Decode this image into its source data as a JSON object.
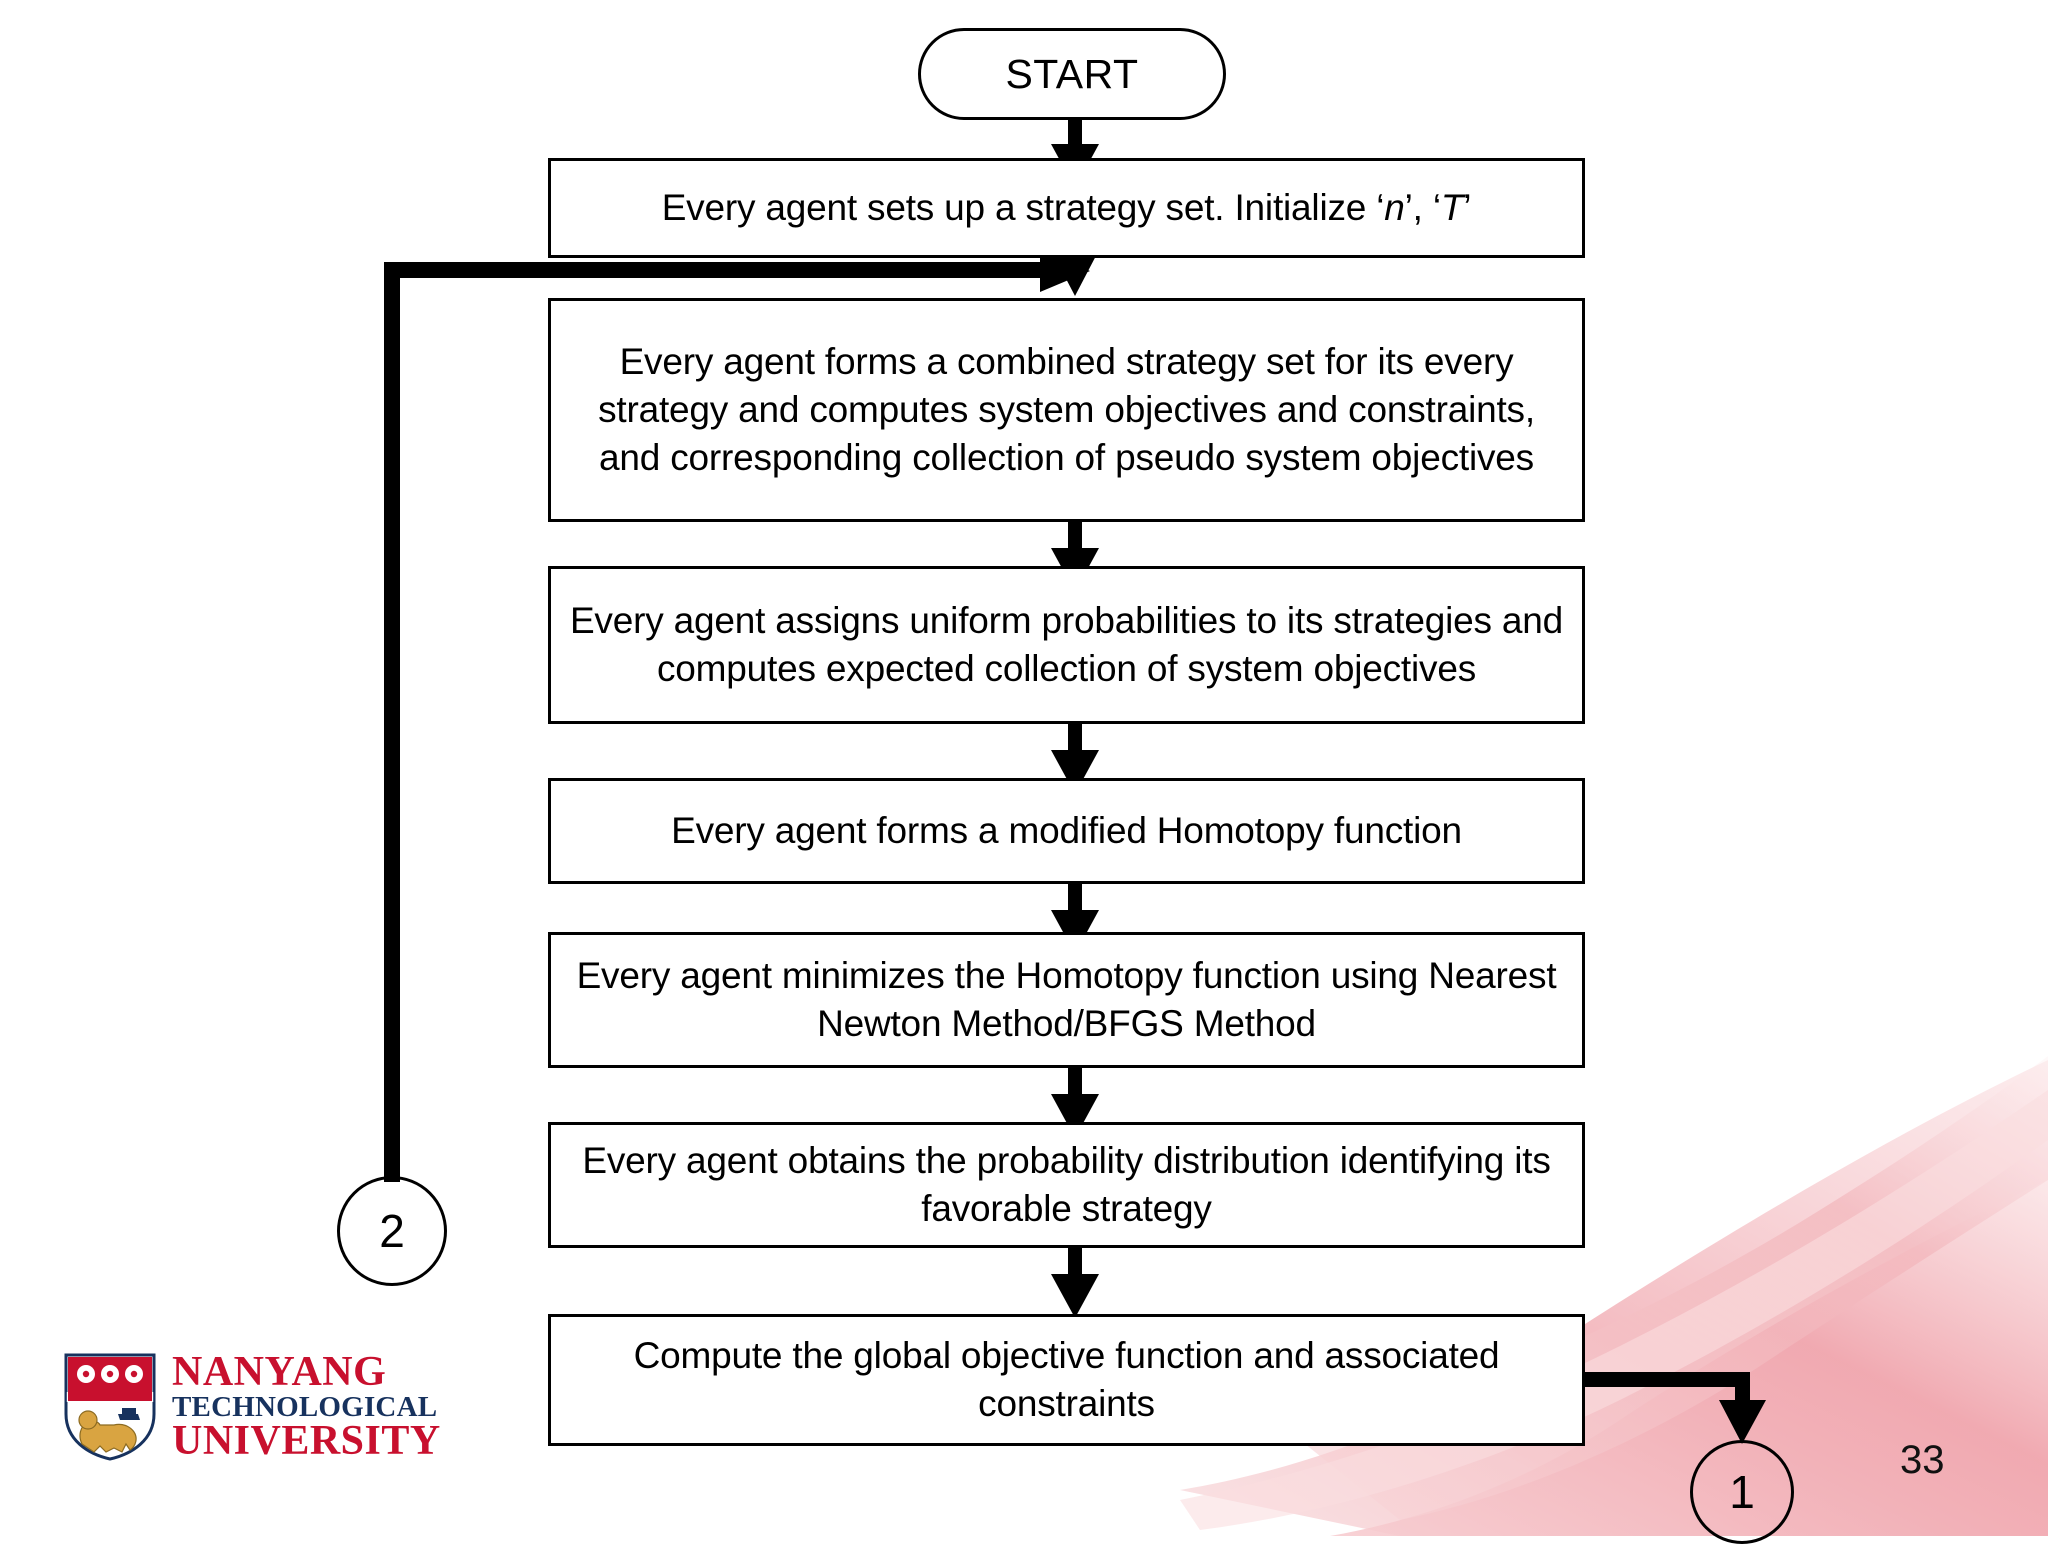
{
  "slide": {
    "page_number": "33",
    "background_color": "#ffffff",
    "decoration": {
      "name": "pink-ribbon-swoosh",
      "colors": [
        "#F6C9CC",
        "#F2AEB4",
        "#FADDE0"
      ]
    }
  },
  "logo": {
    "name": "nanyang-technological-university-logo",
    "line1": "NANYANG",
    "line2": "TECHNOLOGICAL",
    "line3": "UNIVERSITY",
    "line1_color": "#C8102E",
    "line2_color": "#17325E",
    "line3_color": "#C8102E",
    "crest": {
      "shield_color": "#C8102E",
      "lion_color": "#D9A441",
      "border_color": "#8C1021"
    }
  },
  "flowchart": {
    "title": "",
    "start": {
      "label": "START",
      "shape": "stadium"
    },
    "steps": [
      {
        "id": "step1",
        "text": "Every agent sets up a strategy set. Initialize ‘n’, ‘T’",
        "has_italic_vars": true
      },
      {
        "id": "step2",
        "text": "Every agent forms a combined strategy set for its every strategy and computes system objectives and constraints, and corresponding collection of pseudo system objectives"
      },
      {
        "id": "step3",
        "text": "Every agent assigns uniform probabilities to its strategies and computes expected collection of system objectives"
      },
      {
        "id": "step4",
        "text": "Every agent forms a modified Homotopy function"
      },
      {
        "id": "step5",
        "text": "Every agent minimizes the Homotopy function using Nearest Newton Method/BFGS Method"
      },
      {
        "id": "step6",
        "text": "Every agent obtains the probability distribution identifying its favorable strategy"
      },
      {
        "id": "step7",
        "text": "Compute the global objective function and associated constraints"
      }
    ],
    "connectors": [
      {
        "id": "connector-2",
        "label": "2",
        "role": "loop-back-inbound"
      },
      {
        "id": "connector-1",
        "label": "1",
        "role": "continues-offpage"
      }
    ],
    "step1_rich": {
      "prefix": "Every agent sets up a strategy set. Initialize ‘",
      "var1": "n",
      "middle": "’, ‘",
      "var2": "T",
      "suffix": "’"
    },
    "line_color": "#000000",
    "box_fill": "#ffffff"
  }
}
